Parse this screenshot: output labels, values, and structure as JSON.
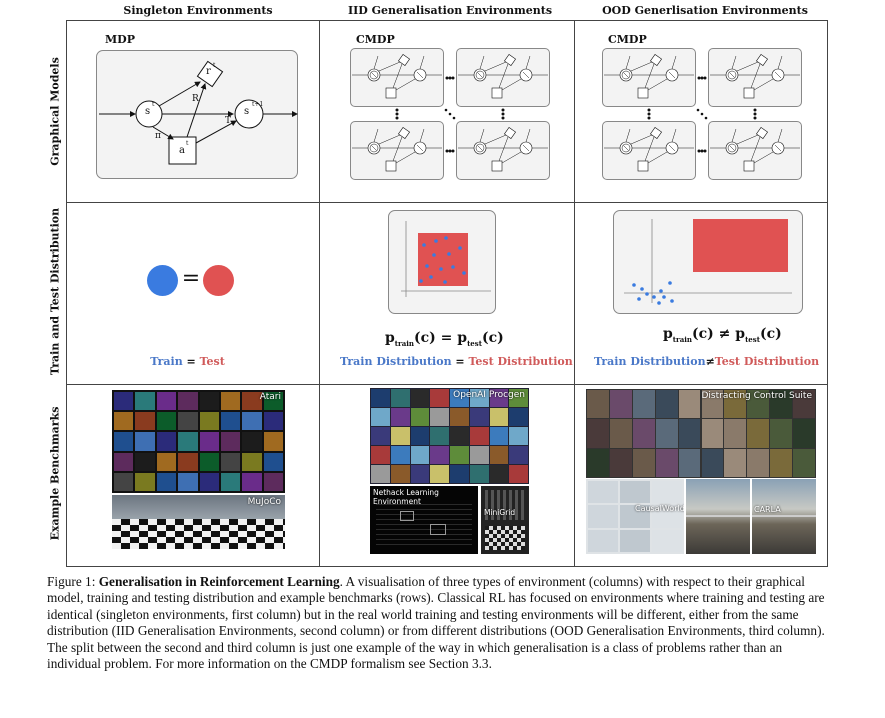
{
  "columns": [
    "Singleton Environments",
    "IID Generalisation Environments",
    "OOD Generlisation Environments"
  ],
  "rows": [
    "Graphical Models",
    "Train and Test Distribution",
    "Example Benchmarks"
  ],
  "graphical": {
    "mdp_label": "MDP",
    "cmdp_label_1": "CMDP",
    "cmdp_label_2": "CMDP",
    "nodes": {
      "s": "s",
      "s_t": "t",
      "s_next": "s",
      "s_next_t": "t+1",
      "r": "r",
      "r_t": "t",
      "a": "a",
      "a_t": "t",
      "R": "R",
      "T": "T",
      "pi": "π"
    }
  },
  "distribution": {
    "singleton": {
      "train": "Train",
      "eq": "=",
      "test": "Test"
    },
    "iid": {
      "formula_left": "p",
      "formula_left_sub": "train",
      "formula_arg": "(c)",
      "formula_op": "=",
      "formula_right": "p",
      "formula_right_sub": "test",
      "train": "Train Distribution",
      "eq": "=",
      "test": "Test Distribution"
    },
    "ood": {
      "formula_left": "p",
      "formula_left_sub": "train",
      "formula_arg": "(c)",
      "formula_op": "≠",
      "formula_right": "p",
      "formula_right_sub": "test",
      "train": "Train Distribution",
      "neq": "≠",
      "test": "Test Distribution"
    },
    "colors": {
      "train": "#3a7be0",
      "test": "#e05252",
      "legend_train": "#4a78c8",
      "legend_test": "#d05a5a"
    }
  },
  "benchmarks": {
    "atari": "Atari",
    "mujoco": "MuJoCo",
    "procgen": "OpenAI Procgen",
    "nethack": "Nethack Learning Environment",
    "minigrid": "MiniGrid",
    "control": "Distracting Control Suite",
    "causal": "CausalWorld",
    "carla": "CARLA"
  },
  "caption": {
    "fig": "Figure 1:",
    "title": "Generalisation in Reinforcement Learning",
    "body": ". A visualisation of three types of environment (columns) with respect to their graphical model, training and testing distribution and example benchmarks (rows). Classical RL has focused on environments where training and testing are identical (singleton environments, first column) but in the real world training and testing environments will be different, either from the same distribution (IID Generalisation Environments, second column) or from different distributions (OOD Generalisation Environments, third column). The split between the second and third column is just one example of the way in which generalisation is a class of problems rather than an individual problem. For more information on the CMDP formalism see Section 3.3."
  }
}
